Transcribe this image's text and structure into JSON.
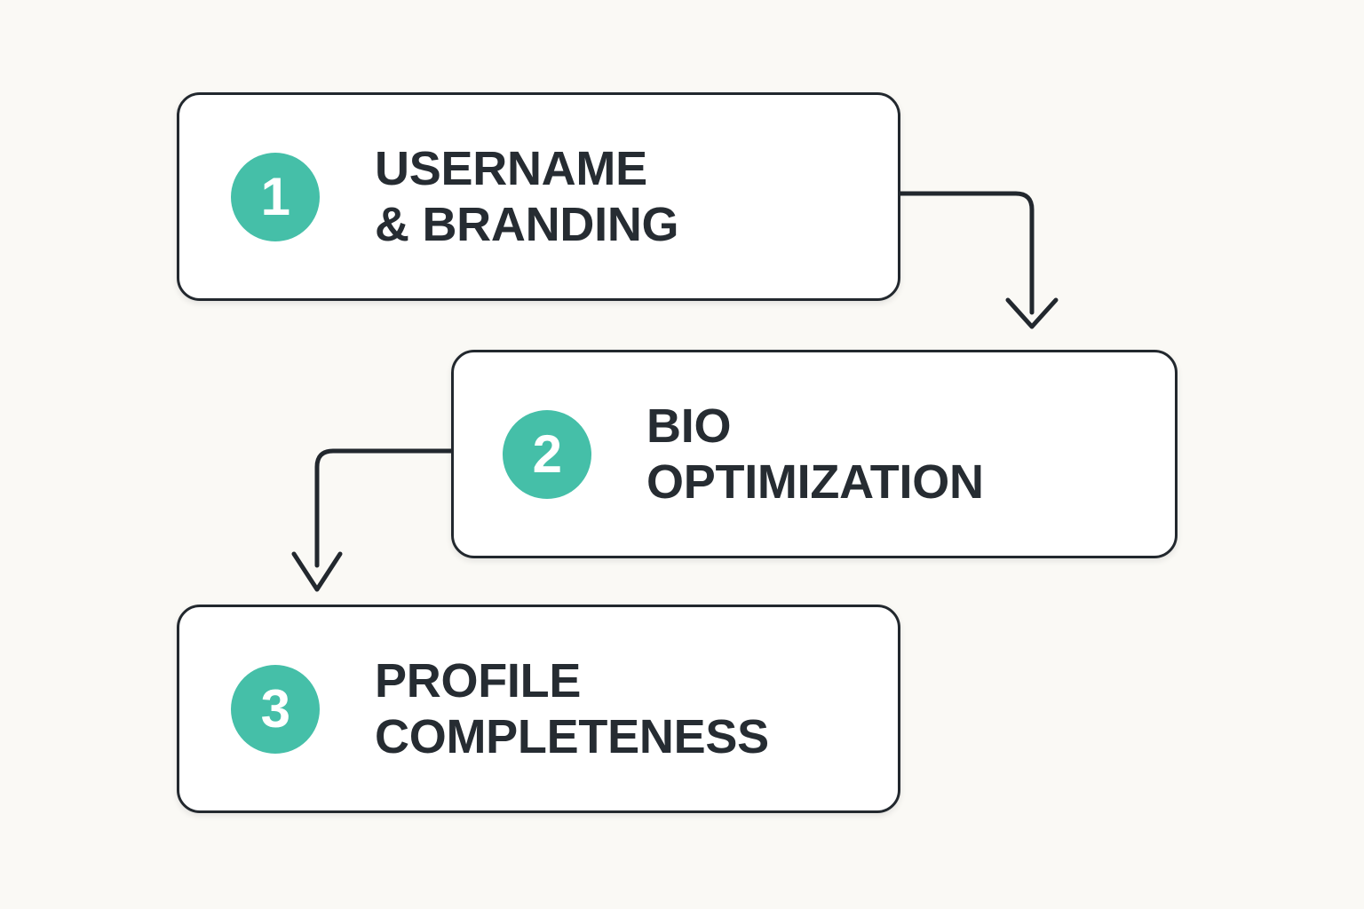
{
  "page": {
    "background_color": "#faf9f5",
    "accent_color": "#45bfa8",
    "ink_color": "#22282e",
    "card_fill": "#ffffff"
  },
  "diagram": {
    "type": "flowchart",
    "orientation": "vertical-zigzag",
    "steps": [
      {
        "number": "1",
        "label": "USERNAME\n& BRANDING",
        "line_1": "USERNAME",
        "line_2": "& BRANDING"
      },
      {
        "number": "2",
        "label": "BIO\nOPTIMIZATION",
        "line_1": "BIO",
        "line_2": "OPTIMIZATION"
      },
      {
        "number": "3",
        "label": "PROFILE\nCOMPLETENESS",
        "line_1": "PROFILE",
        "line_2": "COMPLETENESS"
      }
    ],
    "connectors": [
      {
        "name": "connector-step1-to-step2",
        "from_step": "1",
        "to_step": "2",
        "from_side": "right",
        "to_side": "top",
        "arrowhead": "chevron-down"
      },
      {
        "name": "connector-step2-to-step3",
        "from_step": "2",
        "to_step": "3",
        "from_side": "left",
        "to_side": "top",
        "arrowhead": "chevron-down"
      }
    ]
  }
}
